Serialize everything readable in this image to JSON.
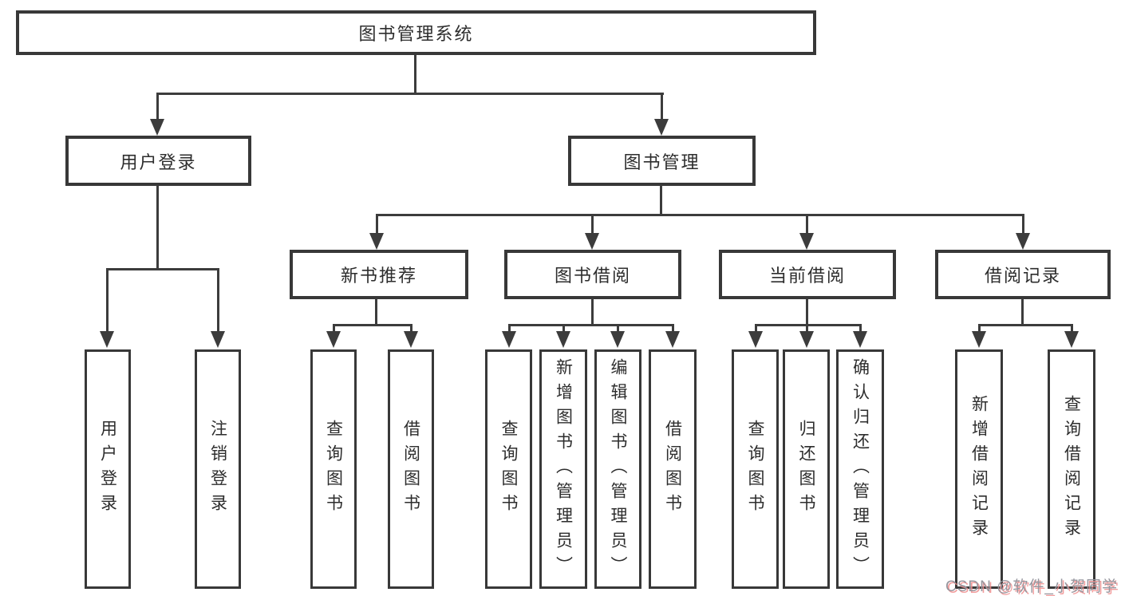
{
  "diagram": {
    "title": "图书管理系统",
    "level1": {
      "user_login": "用户登录",
      "book_manage": "图书管理"
    },
    "level2": {
      "new_book": "新书推荐",
      "book_borrow": "图书借阅",
      "current_borrow": "当前借阅",
      "borrow_records": "借阅记录"
    },
    "leaves": {
      "user_login": "用户登录",
      "logout": "注销登录",
      "nb_query_book": "查询图书",
      "nb_borrow_book": "借阅图书",
      "bb_query_book": "查询图书",
      "bb_add_book": "新增图书（管理员）",
      "bb_edit_book": "编辑图书（管理员）",
      "bb_borrow_book": "借阅图书",
      "cb_query_book": "查询图书",
      "cb_return_book": "归还图书",
      "cb_confirm_return": "确认归还（管理员）",
      "br_add_record": "新增借阅记录",
      "br_query_record": "查询借阅记录"
    }
  },
  "watermark": {
    "text": "CSDN @软件_小贺同学"
  },
  "colors": {
    "line": "#3c3c3c",
    "border": "#383838",
    "text": "#2d2d2d",
    "background": "#ffffff",
    "watermark": "#96969e",
    "watermark_shadow": "#f08c8c"
  }
}
